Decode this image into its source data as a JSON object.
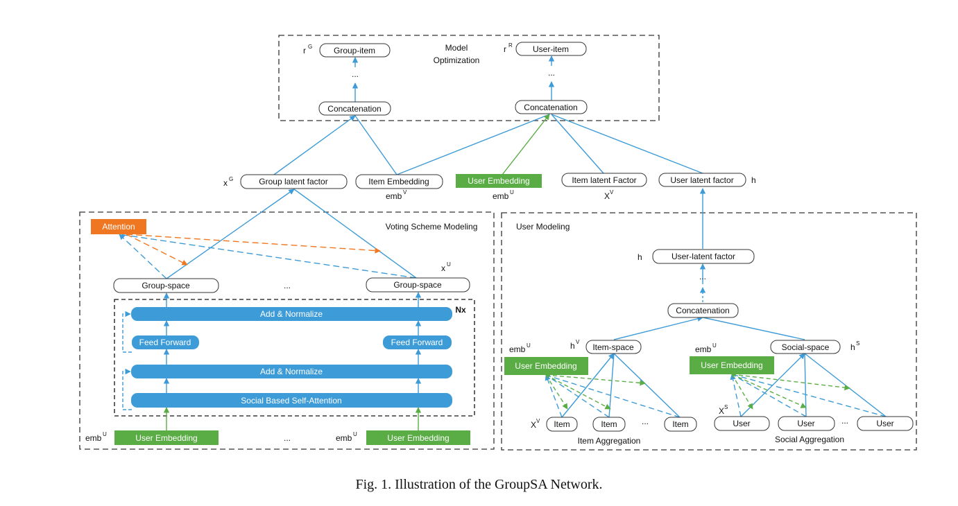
{
  "caption": "Fig. 1.  Illustration of the GroupSA Network.",
  "colors": {
    "blue": "#3d9bd7",
    "green": "#5aad45",
    "orange": "#f07722",
    "dark": "#333333"
  },
  "model_opt": {
    "title_line1": "Model",
    "title_line2": "Optimization",
    "group_item": "Group-item",
    "user_item": "User-item",
    "concat_left": "Concatenation",
    "concat_right": "Concatenation",
    "dots": "...",
    "rg": "r",
    "rg_sup": "G",
    "rr": "r",
    "rr_sup": "R"
  },
  "middle": {
    "group_latent": "Group latent factor",
    "item_embedding": "Item Embedding",
    "user_embedding": "User Embedding",
    "item_latent": "Item latent Factor",
    "user_latent": "User latent factor",
    "xg": "x",
    "xg_sup": "G",
    "embv": "emb",
    "embv_sup": "V",
    "embu": "emb",
    "embu_sup": "U",
    "xv": "X",
    "xv_sup": "V",
    "h": "h"
  },
  "voting": {
    "title": "Voting Scheme Modeling",
    "attention": "Attention",
    "group_space_left": "Group-space",
    "group_space_right": "Group-space",
    "dots": "...",
    "xu": "x",
    "xu_sup": "U",
    "add_norm_1": "Add & Normalize",
    "add_norm_2": "Add & Normalize",
    "ff_left": "Feed Forward",
    "ff_right": "Feed Forward",
    "self_attention": "Social Based Self-Attention",
    "nx": "Nx",
    "ue_left": "User Embedding",
    "ue_right": "User Embedding",
    "emb_left": "emb",
    "emb_left_sup": "U",
    "emb_right": "emb",
    "emb_right_sup": "U",
    "bottom_dots": "..."
  },
  "user_modeling": {
    "title": "User Modeling",
    "h": "h",
    "user_latent": "User-latent factor",
    "dots": "...",
    "concat": "Concatenation",
    "item_space": "Item-space",
    "social_space": "Social-space",
    "hv": "h",
    "hv_sup": "V",
    "hs": "h",
    "hs_sup": "S",
    "emb1": "emb",
    "emb1_sup": "U",
    "emb2": "emb",
    "emb2_sup": "U",
    "ue1": "User Embedding",
    "ue2": "User Embedding",
    "xv": "X",
    "xv_sup": "V",
    "xs": "X",
    "xs_sup": "S",
    "items": [
      "Item",
      "Item",
      "Item"
    ],
    "users": [
      "User",
      "User",
      "User"
    ],
    "item_dots": "...",
    "user_dots": "...",
    "item_agg": "Item Aggregation",
    "social_agg": "Social Aggregation"
  }
}
